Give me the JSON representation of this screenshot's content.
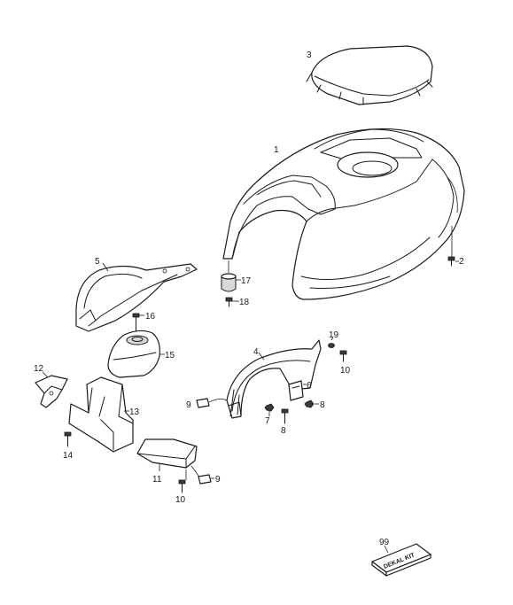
{
  "callouts": {
    "c1": "1",
    "c2": "2",
    "c3": "3",
    "c4": "4",
    "c5": "5",
    "c6": "6",
    "c7": "7",
    "c8a": "8",
    "c8b": "8",
    "c9a": "9",
    "c9b": "9",
    "c10a": "10",
    "c10b": "10",
    "c11": "11",
    "c12": "12",
    "c13": "13",
    "c14": "14",
    "c15": "15",
    "c16": "16",
    "c17": "17",
    "c18": "18",
    "c19": "19",
    "c99": "99"
  },
  "kit_label": "DEKAL KIT"
}
